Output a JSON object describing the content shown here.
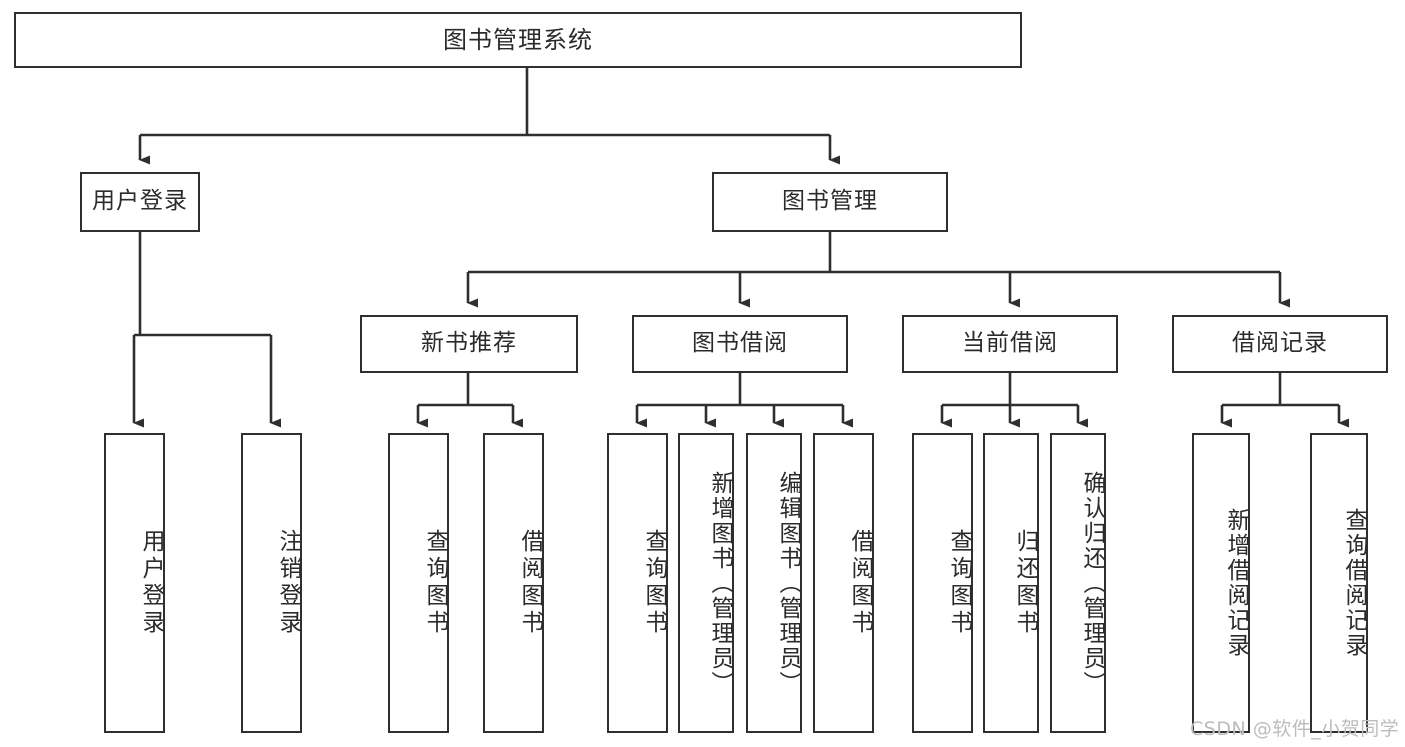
{
  "diagram": {
    "title": "图书管理系统",
    "watermark": "CSDN @软件_小贺同学",
    "type": "tree-hierarchy-diagram",
    "colors": {
      "background": "#ffffff",
      "box_border": "#2f2f2f",
      "box_fill": "#ffffff",
      "connector": "#2f2f2f",
      "text": "#2b2b2b",
      "watermark": "#bcbcbc"
    },
    "root": {
      "label": "图书管理系统"
    },
    "level2": [
      {
        "label": "用户登录"
      },
      {
        "label": "图书管理"
      }
    ],
    "level3": [
      {
        "label": "新书推荐"
      },
      {
        "label": "图书借阅"
      },
      {
        "label": "当前借阅"
      },
      {
        "label": "借阅记录"
      }
    ],
    "leaves": {
      "user_login": [
        {
          "label": "用户登录"
        },
        {
          "label": "注销登录"
        }
      ],
      "new_book_recommend": [
        {
          "label": "查询图书"
        },
        {
          "label": "借阅图书"
        }
      ],
      "book_borrow": [
        {
          "label": "查询图书"
        },
        {
          "label": "新增图书（管理员）"
        },
        {
          "label": "编辑图书（管理员）"
        },
        {
          "label": "借阅图书"
        }
      ],
      "current_borrow": [
        {
          "label": "查询图书"
        },
        {
          "label": "归还图书"
        },
        {
          "label": "确认归还（管理员）"
        }
      ],
      "borrow_record": [
        {
          "label": "新增借阅记录"
        },
        {
          "label": "查询借阅记录"
        }
      ]
    }
  }
}
